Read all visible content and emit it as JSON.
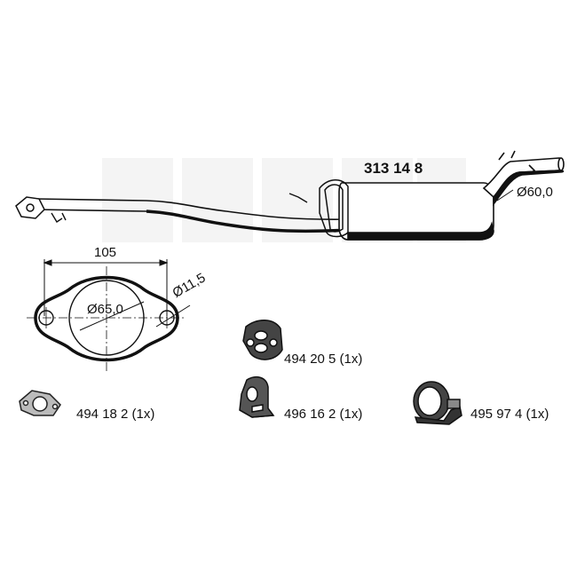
{
  "diagram": {
    "main_part_number": "313 14 8",
    "pipe_diameter": "Ø60,0",
    "flange": {
      "width": "105",
      "bore_diameter": "Ø65,0",
      "hole_diameter": "Ø11,5"
    },
    "accessories": [
      {
        "name": "gasket",
        "label": "494 18 2 (1x)"
      },
      {
        "name": "rubber-hanger",
        "label": "494 20 5 (1x)"
      },
      {
        "name": "rubber-mount",
        "label": "496 16 2 (1x)"
      },
      {
        "name": "pipe-clamp",
        "label": "495 97 4 (1x)"
      }
    ]
  }
}
